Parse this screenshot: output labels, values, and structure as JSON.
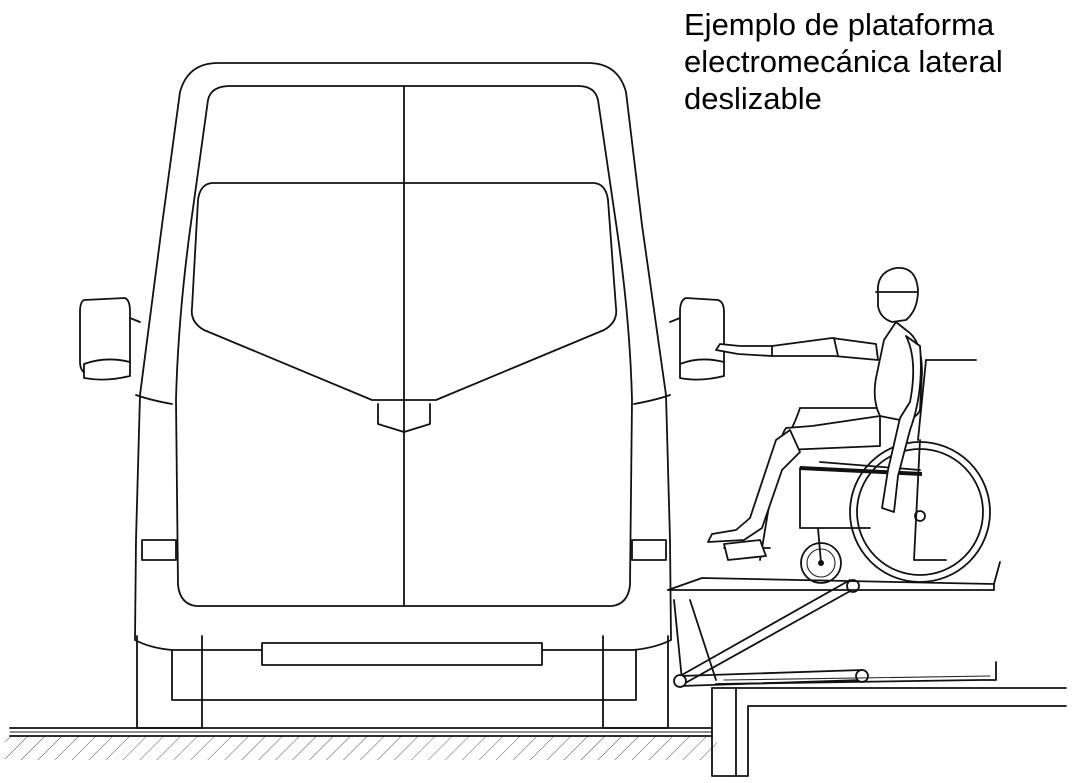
{
  "caption": {
    "lines": [
      "Ejemplo de plataforma",
      "electromecánica lateral",
      "deslizable"
    ]
  },
  "colors": {
    "line": "#111111",
    "background": "#ffffff"
  },
  "icons": {
    "figure": "wheelchair-user-icon",
    "vehicle": "van-rear-view"
  }
}
